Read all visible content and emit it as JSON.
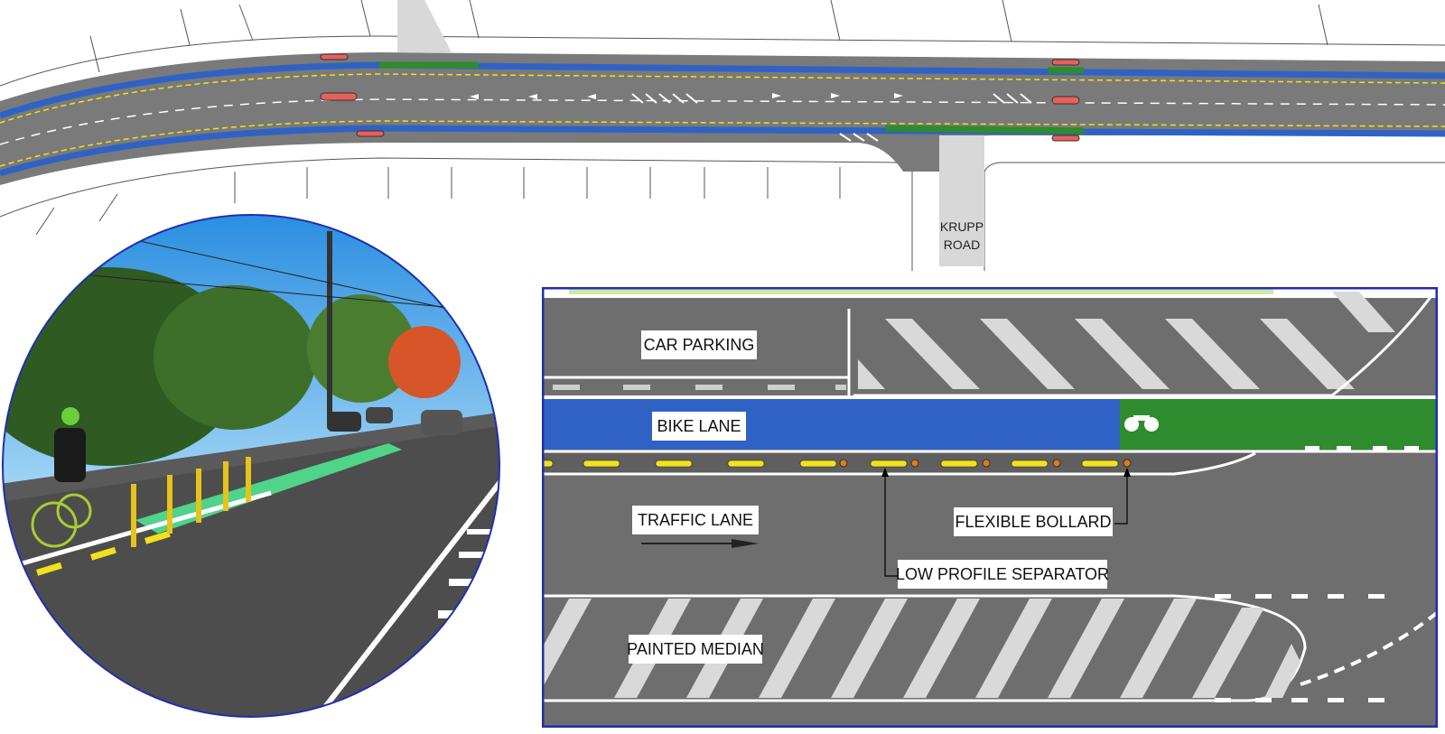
{
  "plan": {
    "road_label_line1": "KRUPP",
    "road_label_line2": "ROAD"
  },
  "detail": {
    "labels": {
      "car_parking": "CAR PARKING",
      "bike_lane": "BIKE LANE",
      "traffic_lane": "TRAFFIC LANE",
      "flexible_bollard": "FLEXIBLE BOLLARD",
      "low_profile_separator": "LOW PROFILE SEPARATOR",
      "painted_median": "PAINTED MEDIAN"
    }
  },
  "colors": {
    "asphalt": "#6e6e6e",
    "bike_lane_blue": "#2f62c4",
    "bike_lane_green": "#2e8b2e",
    "separator_yellow": "#f2e21a",
    "bollard_orange": "#e07a1a",
    "frame_blue": "#1f2fb0"
  }
}
